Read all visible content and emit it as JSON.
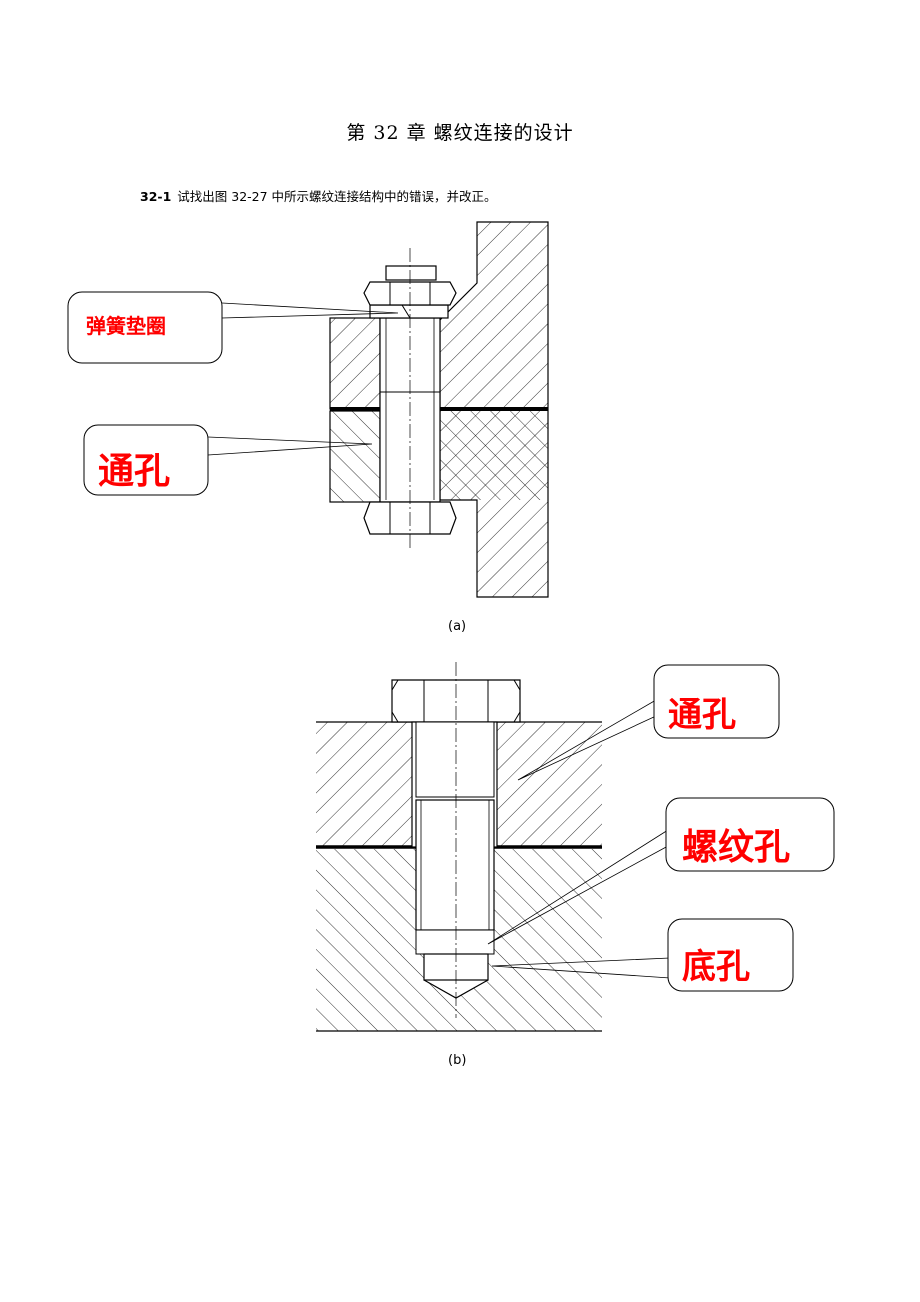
{
  "title": "第 32 章  螺纹连接的设计",
  "question": {
    "number": "32-1",
    "text": "试找出图 32-27 中所示螺纹连接结构中的错误，并改正。"
  },
  "figure_a": {
    "caption": "(a)",
    "callouts": [
      "弹簧垫圈",
      "通孔"
    ]
  },
  "figure_b": {
    "caption": "(b)",
    "callouts": [
      "通孔",
      "螺纹孔",
      "底孔"
    ]
  },
  "colors": {
    "annotation": "#ff0000",
    "lines": "#000000"
  }
}
